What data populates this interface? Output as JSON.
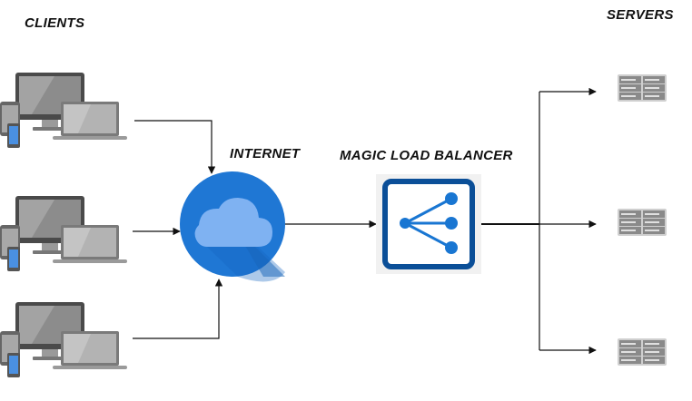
{
  "labels": {
    "clients": "CLIENTS",
    "servers": "SERVERS",
    "internet": "INTERNET",
    "load_balancer": "MAGIC LOAD BALANCER"
  },
  "icons": {
    "client": "devices-icon",
    "internet": "cloud-icon",
    "load_balancer": "network-share-icon",
    "server": "server-rack-icon"
  },
  "colors": {
    "cloud_circle": "#1f77d4",
    "cloud": "#7fb2f2",
    "balancer_border": "#0b4f98",
    "balancer_fill": "#1976d2",
    "monitor": "#555555",
    "server": "#8a8a8a",
    "arrow": "#111111"
  }
}
